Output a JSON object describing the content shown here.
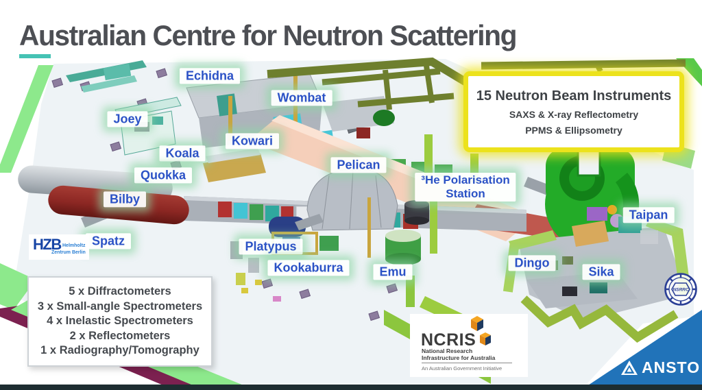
{
  "slide": {
    "title": "Australian Centre for Neutron Scattering"
  },
  "info_box": {
    "heading": "15 Neutron Beam Instruments",
    "lines": [
      "SAXS & X-ray Reflectometry",
      "PPMS & Ellipsometry"
    ]
  },
  "summary_box": {
    "items": [
      "5 x Diffractometers",
      "3 x Small-angle Spectrometers",
      "4 x Inelastic Spectrometers",
      "2 x Reflectometers",
      "1 x Radiography/Tomography"
    ]
  },
  "instruments": {
    "echidna": "Echidna",
    "wombat": "Wombat",
    "joey": "Joey",
    "koala": "Koala",
    "kowari": "Kowari",
    "quokka": "Quokka",
    "bilby": "Bilby",
    "spatz": "Spatz",
    "pelican": "Pelican",
    "he3_polarisation_station": "³He Polarisation\nStation",
    "platypus": "Platypus",
    "kookaburra": "Kookaburra",
    "emu": "Emu",
    "dingo": "Dingo",
    "sika": "Sika",
    "taipan": "Taipan"
  },
  "logos": {
    "hzb": {
      "abbr": "HZB",
      "line1": "Helmholtz",
      "line2": "Zentrum Berlin"
    },
    "ncris": {
      "name": "NCRIS",
      "line1": "National Research",
      "line2": "Infrastructure for Australia",
      "tagline": "An Australian Government Initiative"
    },
    "nsrrc": {
      "label": "NSRRC"
    },
    "ansto": {
      "label": "ANSTO"
    }
  },
  "colors": {
    "title_gray": "#4d4f54",
    "accent_teal": "#45c2b4",
    "label_blue": "#2b52c6",
    "info_border_yellow": "#ece21c",
    "ansto_blue": "#2173b9",
    "reactor_green": "#23ab28"
  }
}
